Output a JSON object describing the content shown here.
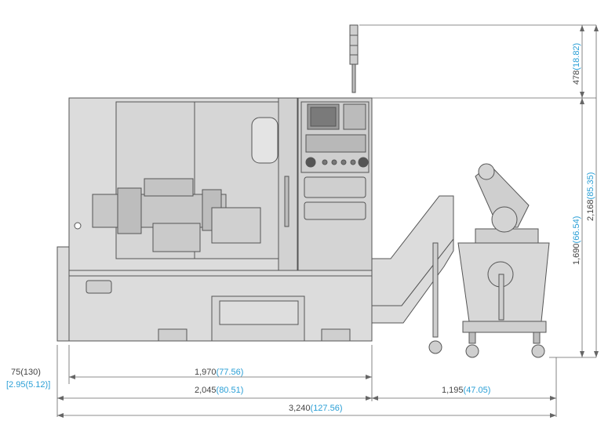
{
  "colors": {
    "machine_fill": "#dcdcdc",
    "machine_stroke": "#555555",
    "dimension_line": "#666666",
    "mm_text": "#444444",
    "inch_text": "#2a9fd6"
  },
  "dimensions": {
    "offset_mm": "75(130)",
    "offset_in": "[2.95(5.12)]",
    "bed_length_mm": "1,970",
    "bed_length_in": "(77.56)",
    "machine_length_mm": "2,045",
    "machine_length_in": "(80.51)",
    "conveyor_length_mm": "1,195",
    "conveyor_length_in": "(47.05)",
    "total_length_mm": "3,240",
    "total_length_in": "(127.56)",
    "lamp_height_mm": "478",
    "lamp_height_in": "(18.82)",
    "machine_height_mm": "1,690",
    "machine_height_in": "(66.54)",
    "total_height_mm": "2,168",
    "total_height_in": "(85.35)"
  }
}
